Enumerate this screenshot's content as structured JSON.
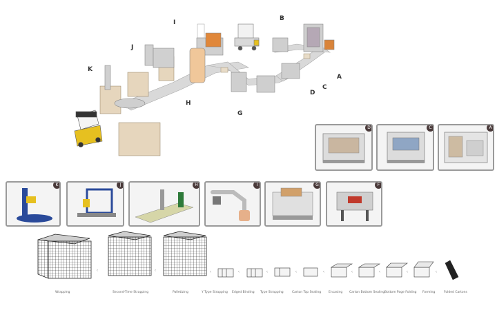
{
  "line_letters": [
    {
      "id": "A",
      "label": "A"
    },
    {
      "id": "B",
      "label": "B"
    },
    {
      "id": "C",
      "label": "C"
    },
    {
      "id": "D",
      "label": "D"
    },
    {
      "id": "G",
      "label": "G"
    },
    {
      "id": "H",
      "label": "H"
    },
    {
      "id": "I",
      "label": "I"
    },
    {
      "id": "J",
      "label": "J"
    },
    {
      "id": "K",
      "label": "K"
    }
  ],
  "machine_cards_top": [
    {
      "badge": "D"
    },
    {
      "badge": "C"
    },
    {
      "badge": "A"
    }
  ],
  "machine_cards_middle": [
    {
      "badge": "K"
    },
    {
      "badge": "J"
    },
    {
      "badge": "H"
    },
    {
      "badge": "I"
    },
    {
      "badge": "G"
    },
    {
      "badge": "F"
    }
  ],
  "process_steps": [
    {
      "label": "Wrapping"
    },
    {
      "label": "Second-Time Strapping"
    },
    {
      "label": "Palletizing"
    },
    {
      "label": "Y Type Strapping"
    },
    {
      "label": "Edged Binding"
    },
    {
      "label": "Type Strapping"
    },
    {
      "label": "Carton Top Sealing"
    },
    {
      "label": "Encasing"
    },
    {
      "label": "Carton Bottom Sealing"
    },
    {
      "label": "Bottom Page Folding"
    },
    {
      "label": "Forming"
    },
    {
      "label": "Folded Cartons"
    }
  ],
  "colors": {
    "card_border": "#9a9a9a",
    "badge": "#4a3a3a",
    "accent_orange": "#e0873a",
    "accent_yellow": "#e6c020",
    "accent_blue": "#2a4a9a"
  }
}
